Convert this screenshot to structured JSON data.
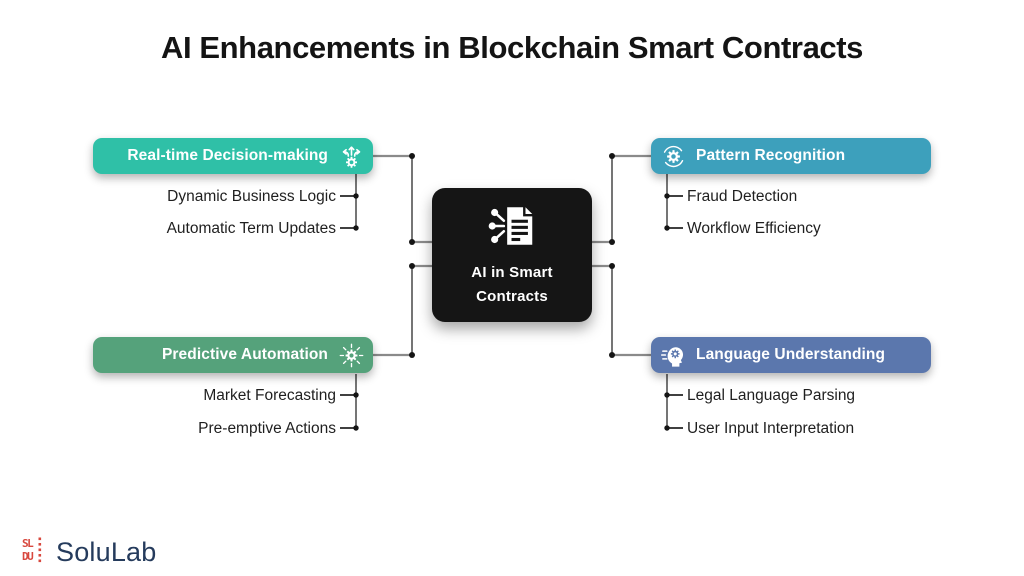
{
  "title": "AI Enhancements in Blockchain Smart Contracts",
  "center_node": {
    "label_line1": "AI in Smart",
    "label_line2": "Contracts",
    "icon": "document-circuit-icon",
    "bg_color": "#151515"
  },
  "branches": [
    {
      "label": "Real-time Decision-making",
      "icon": "branching-arrows-gear-icon",
      "color": "#2FC0A7",
      "position": "top-left",
      "items": [
        "Dynamic Business Logic",
        "Automatic Term Updates"
      ]
    },
    {
      "label": "Pattern Recognition",
      "icon": "gear-circular-arrows-icon",
      "color": "#3DA0BC",
      "position": "top-right",
      "items": [
        "Fraud Detection",
        "Workflow Efficiency"
      ]
    },
    {
      "label": "Predictive Automation",
      "icon": "gear-radiating-arrows-icon",
      "color": "#55A27B",
      "position": "bottom-left",
      "items": [
        "Market Forecasting",
        "Pre-emptive Actions"
      ]
    },
    {
      "label": "Language Understanding",
      "icon": "ai-head-gear-icon",
      "color": "#5B77AD",
      "position": "bottom-right",
      "items": [
        "Legal Language Parsing",
        "User Input Interpretation"
      ]
    }
  ],
  "footer": {
    "brand": "SoluLab",
    "logo_mark_color": "#D8483E",
    "brand_text_color": "#253B5C"
  },
  "colors": {
    "background": "#FFFFFF",
    "title_text": "#141414",
    "item_text": "#1F1F1F",
    "connector_stub": "#8A8A8A",
    "connector_line": "#2B2B2B",
    "connector_dot": "#151515"
  }
}
